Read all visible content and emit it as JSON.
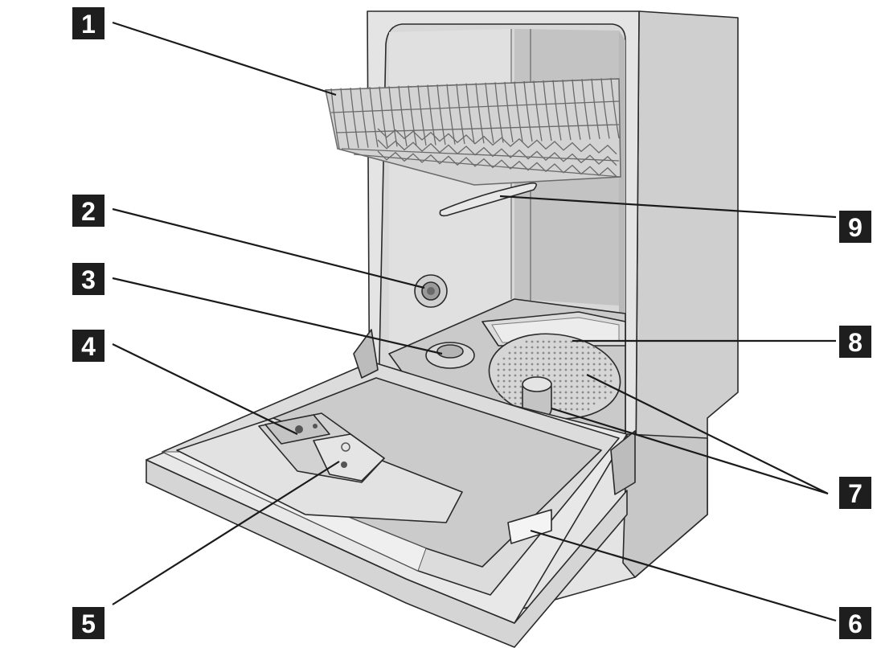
{
  "callouts": [
    {
      "id": "1",
      "label": "1"
    },
    {
      "id": "2",
      "label": "2"
    },
    {
      "id": "3",
      "label": "3"
    },
    {
      "id": "4",
      "label": "4"
    },
    {
      "id": "5",
      "label": "5"
    },
    {
      "id": "6",
      "label": "6"
    },
    {
      "id": "7",
      "label": "7"
    },
    {
      "id": "8",
      "label": "8"
    },
    {
      "id": "9",
      "label": "9"
    }
  ],
  "colors": {
    "callout_fill": "#1e1e1e",
    "callout_text": "#ffffff",
    "line": "#1a1a1a",
    "body_light": "#e6e6e6",
    "body_mid": "#cfcfcf",
    "body_dark": "#b5b5b5"
  }
}
